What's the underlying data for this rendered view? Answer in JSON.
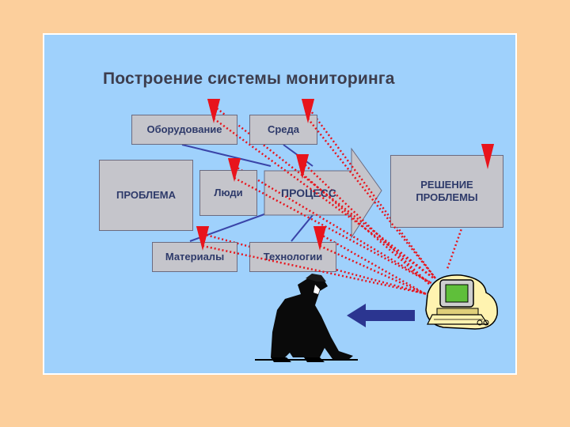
{
  "title": "Построение системы мониторинга",
  "boxes": {
    "equipment": "Оборудование",
    "environment": "Среда",
    "problem": "ПРОБЛЕМА",
    "people": "Люди",
    "process": "ПРОЦЕСС",
    "solution": "РЕШЕНИЕ ПРОБЛЕМЫ",
    "materials": "Материалы",
    "technologies": "Технологии"
  },
  "colors": {
    "background": "#fccf9c",
    "slide": "#9fd1fc",
    "box_fill": "#c5c5cb",
    "box_text": "#2e3a6a",
    "title_text": "#3d3d4d",
    "monitor_lines": "#e8141c",
    "back_arrow": "#2b3590"
  },
  "icons": [
    "process-arrow",
    "flow-lines",
    "red-marker-icon",
    "computer-monitor-icon",
    "back-arrow-icon",
    "person-at-table-icon"
  ]
}
